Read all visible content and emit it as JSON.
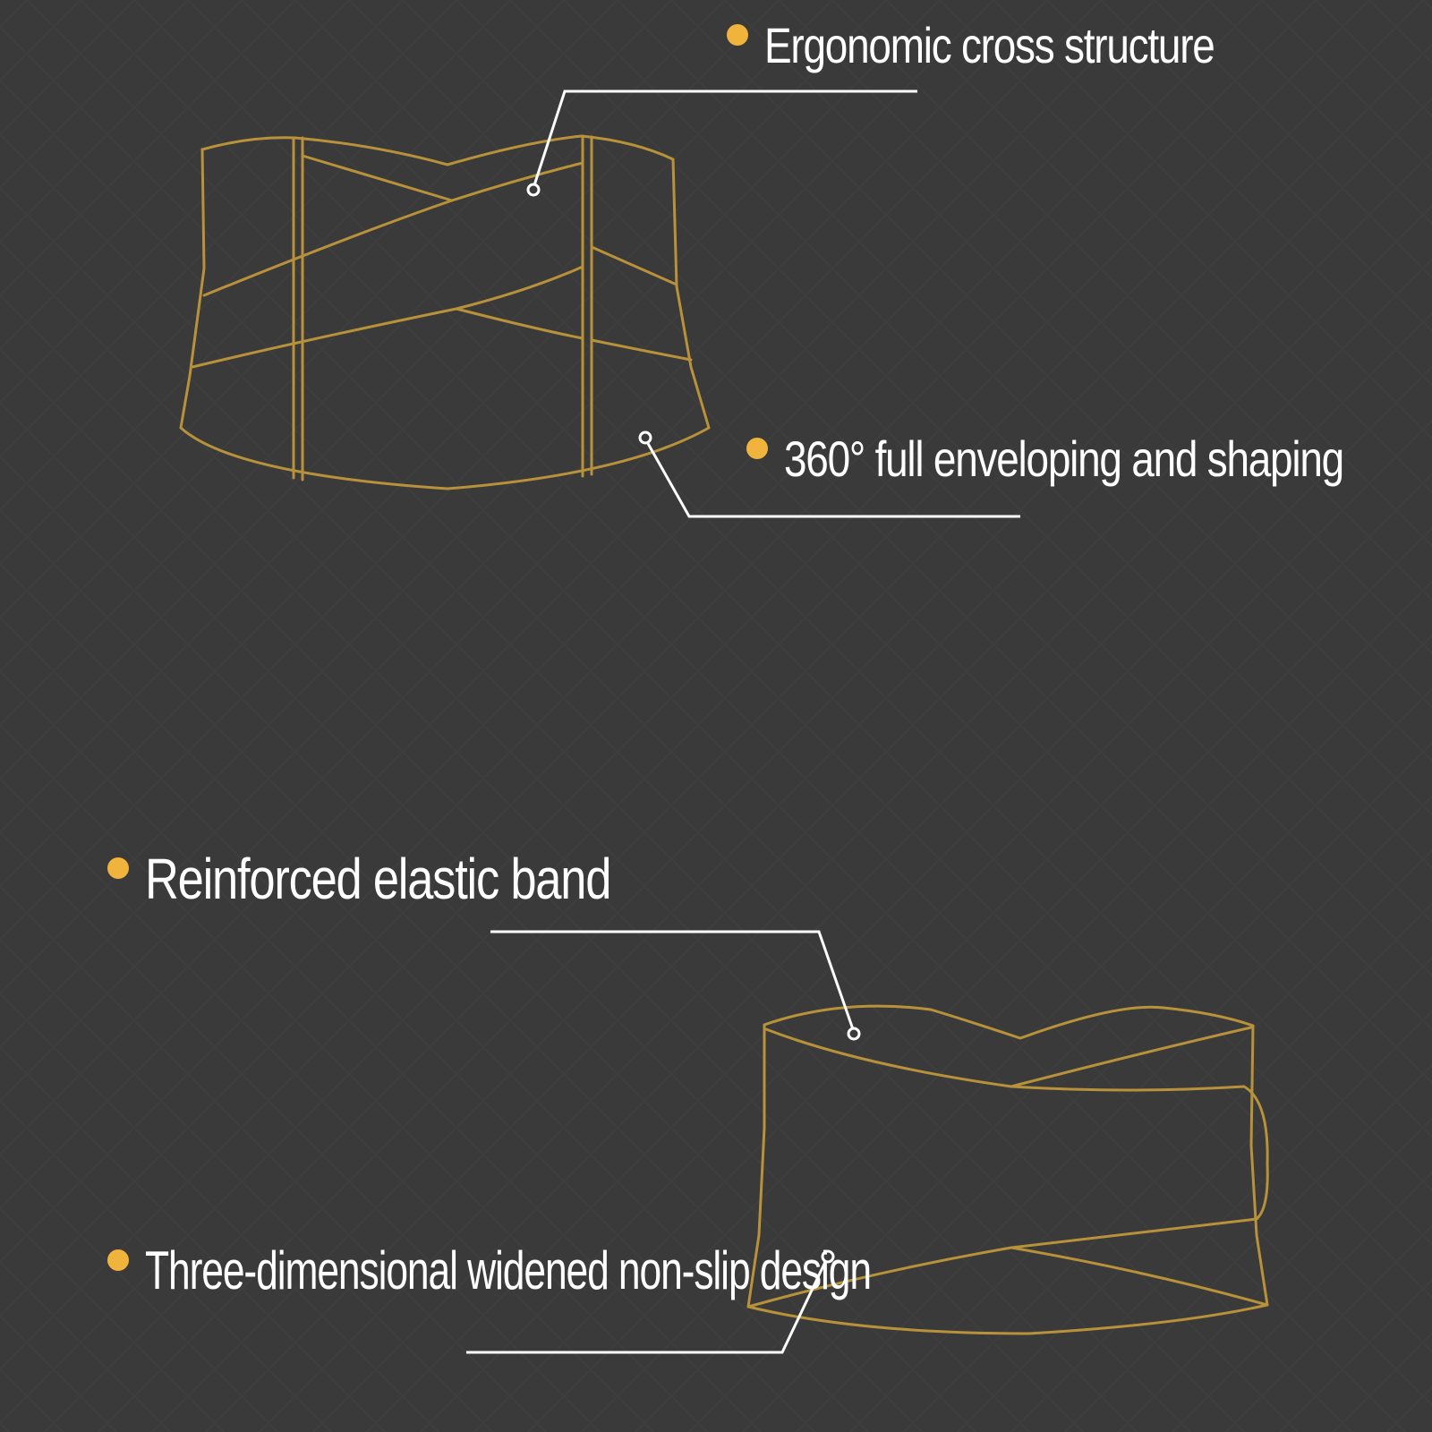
{
  "colors": {
    "background": "#3a3a3a",
    "outline": "#b8923a",
    "accent_dot": "#f0b43c",
    "leader_line": "#ffffff",
    "text": "#ffffff"
  },
  "callouts": [
    {
      "id": "ergonomic",
      "text": "Ergonomic cross structure"
    },
    {
      "id": "enveloping",
      "text": "360° full enveloping and shaping"
    },
    {
      "id": "reinforced",
      "text": "Reinforced elastic band"
    },
    {
      "id": "threed",
      "text": "Three-dimensional widened non-slip design"
    }
  ]
}
